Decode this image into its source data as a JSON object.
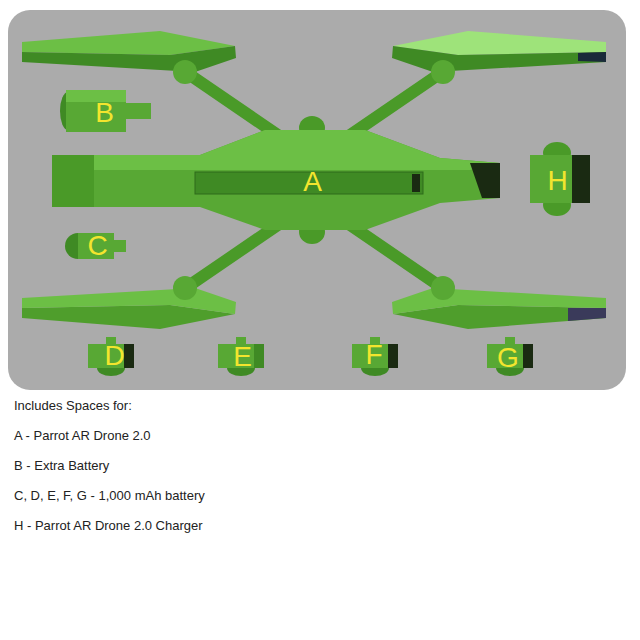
{
  "diagram": {
    "nodes": [
      {
        "text": [
          "B"
        ]
      },
      {
        "text": [
          "A"
        ]
      },
      {
        "text": [
          "H"
        ]
      },
      {
        "text": [
          "C"
        ]
      },
      {
        "text": [
          "D"
        ]
      },
      {
        "text": [
          "E"
        ]
      },
      {
        "text": [
          "F"
        ]
      },
      {
        "text": [
          "G"
        ]
      }
    ],
    "labels": [
      "Includes Spaces for:",
      "A - Parrot AR Drone 2.0",
      "B - Extra Battery",
      "C, D, E, F, G - 1,000 mAh battery",
      "H - Parrot AR Drone 2.0 Charger"
    ]
  }
}
